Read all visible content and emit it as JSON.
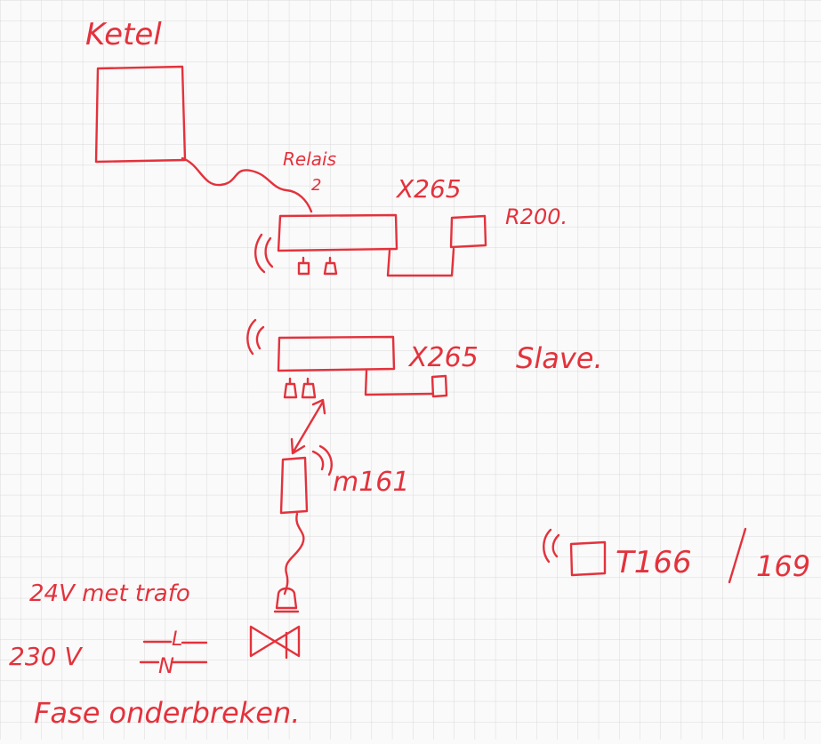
{
  "colors": {
    "ink": "#e3323c",
    "grid": "#d9d9d9",
    "paper": "#fafafa"
  },
  "labels": {
    "ketel": "Ketel",
    "relais": "Relais",
    "relais_num": "2",
    "x265_master": "X265",
    "r200": "R200.",
    "x265_slave": "X265",
    "slave": "Slave.",
    "m161": "m161",
    "t166": "T166",
    "t169": "169",
    "v24": "24V met trafo",
    "v230": "230 V",
    "l": "L",
    "n": "N",
    "fase": "Fase onderbreken."
  }
}
